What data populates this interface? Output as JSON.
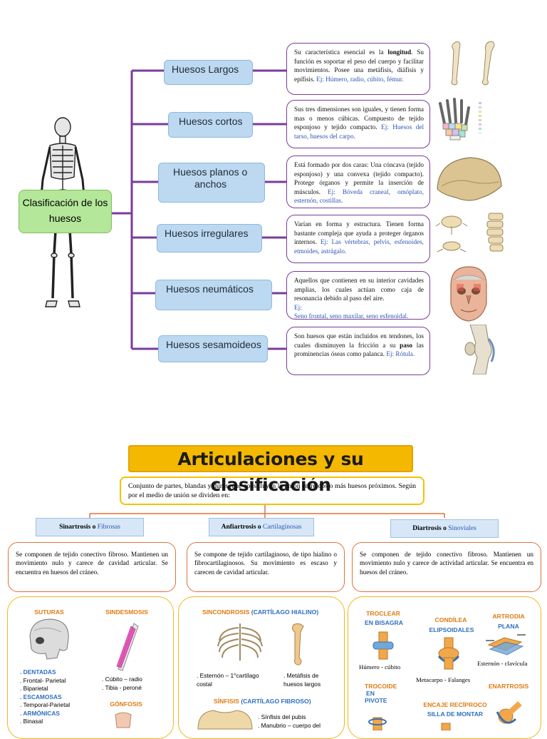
{
  "bones": {
    "root": "Clasificación de los huesos",
    "categories": [
      {
        "label": "Huesos Largos",
        "desc": "Su característica esencial es la ",
        "desc_bold": "longitud",
        "desc_rest": ". Su función es soportar el peso del cuerpo y facilitar movimientos. Posee una metáfisis, diáfisis y epífisis. ",
        "ej": "Ej: ",
        "examples": "Húmero, radio, cúbito, fémur."
      },
      {
        "label": "Huesos cortos",
        "desc": "Sus tres dimensiones son iguales, y tienen forma mas o menos cúbicas. Compuesto de tejido esponjoso y tejido compacto. ",
        "ej": "Ej: ",
        "examples": "Huesos del tarso, huesos del carpo."
      },
      {
        "label_line1": "Huesos planos o",
        "label_line2": "anchos",
        "desc": "Está formado por dos caras: Una cóncava (tejido esponjoso) y una convexa (tejido compacto). Protege órganos y permite la inserción de músculos. ",
        "ej": "Ej: ",
        "examples": "Bóveda craneal, omóplato, esternón, costillas."
      },
      {
        "label": "Huesos irregulares",
        "desc": "Varían en forma y estructura. Tienen forma bastante compleja que ayuda a proteger órganos internos. ",
        "ej": "Ej: ",
        "examples": "Las vértebras, pelvis, esfenoides, etmoides, astrágalo."
      },
      {
        "label": "Huesos neumáticos",
        "desc": "Aquellos que contienen en su interior cavidades amplias, los cuales actúan como caja de resonancia debido al paso del aire.",
        "ej": "Ej:",
        "examples": "Seno frontal, seno maxilar, seno esfenoidal."
      },
      {
        "label": "Huesos sesamoideos",
        "desc": "Son huesos que están incluidos en tendones, los cuales disminuyen la fricción a su ",
        "desc_bold": "paso",
        "desc_rest": " las prominencias óseas como palanca. ",
        "ej": "Ej: ",
        "examples": "Rótula."
      }
    ]
  },
  "joints": {
    "title": "Articulaciones y su clasificación",
    "intro": "Conjunto de partes, blandas y duras, que constituyen la unión entre dos o más huesos próximos. Según por el medio de unión se dividen en:",
    "types": [
      {
        "name": "Sinartrosis",
        "conj": " o ",
        "alt": "Fibrosas",
        "def": "Se componen de tejido conectivo fibroso. Mantienen un movimiento nulo y carece de cavidad articular. Se encuentra en huesos del cráneo."
      },
      {
        "name": "Anfiartrosis",
        "conj": " o ",
        "alt": "Cartilaginosas",
        "def": "Se compone de tejido cartilaginoso, de tipo hialino o fibrocartilaginosos. Su movimiento es escaso y carecen de cavidad articular."
      },
      {
        "name": "Diartrosis",
        "conj": " o ",
        "alt": "Sinoviales",
        "def": "Se componen de tejido conectivo fibroso. Mantienen un movimiento nulo y carece de actividad articular. Se encuentra en huesos del cráneo."
      }
    ],
    "fibrous": {
      "suturas": "SUTURAS",
      "sindesmosis": "SINDESMOSIS",
      "gonfosis": "GÓNFOSIS",
      "suturas_list": [
        {
          "text": ". DENTADAS",
          "color": "blue"
        },
        {
          "text": ". Frontal- Parietal",
          "color": "black"
        },
        {
          "text": ". Biparietal",
          "color": "black"
        },
        {
          "text": ". ESCAMOSAS",
          "color": "blue"
        },
        {
          "text": ". Temporal-Parietal",
          "color": "black"
        },
        {
          "text": ". ARMÓNICAS",
          "color": "blue"
        },
        {
          "text": ". Binasal",
          "color": "black"
        }
      ],
      "sindesmosis_list": [
        ". Cúbito – radio",
        ". Tibia - peroné"
      ]
    },
    "cartilaginous": {
      "sincondrosis": "SINCONDROSIS",
      "sincondrosis_alt": " (CARTÍLAGO HIALINO)",
      "ex1": ". Esternón – 1°cartílago costal",
      "ex2": ". Metáfisis de huesos largos",
      "sinfisis": "SÍNFISIS",
      "sinfisis_alt": " (CARTÍLAGO FIBROSO)",
      "ex3": ". Sínfisis del pubis",
      "ex4": ". Manubrio – cuerpo del"
    },
    "synovial": {
      "troclear": "TROCLEAR",
      "troclear2": "EN BISAGRA",
      "condilea": "CONDÍLEA",
      "condilea2": "ELIPSOIDALES",
      "artrodia": "ARTRODIA",
      "artrodia2": "PLANA",
      "ex_troclear": "Húmero - cúbito",
      "ex_artrodia": "Esternón - clavícula",
      "ex_condilea": "Metacarpo - Falanges",
      "trocoide": "TROCOIDE",
      "trocoide2": "EN",
      "trocoide3": "PIVOTE",
      "encaje": "ENCAJE RECÍPROCO",
      "encaje2": "SILLA DE MONTAR",
      "enartrosis": "ENARTROSIS"
    }
  },
  "colors": {
    "connector_purple": "#7a3c9a",
    "root_green": "#b4e79a",
    "category_blue": "#bcd9f1",
    "title_gold": "#f5b800",
    "joint_orange": "#e0723a"
  }
}
